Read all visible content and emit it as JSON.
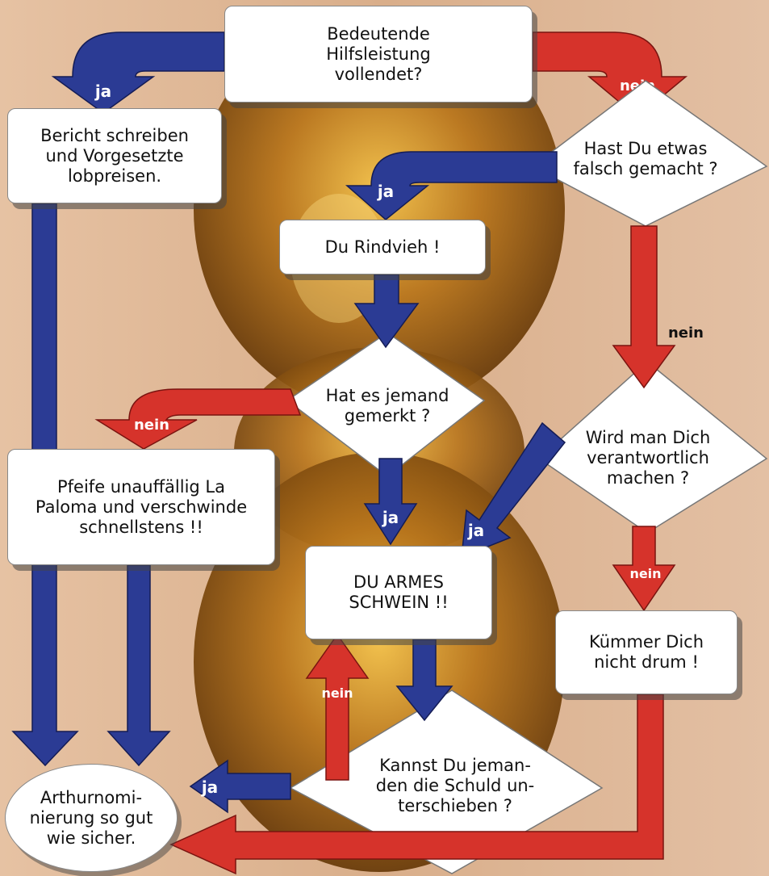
{
  "colors": {
    "blue": "#2b3b94",
    "red": "#d6332b",
    "blue_edge": "#141c55",
    "red_edge": "#7a1410"
  },
  "nodes": {
    "start": "Bedeutende\nHilfsleistung\nvollendet?",
    "report": "Bericht schreiben\nund Vorgesetzte\nlobpreisen.",
    "wrong": "Hast Du etwas\nfalsch gemacht ?",
    "rindvieh": "Du Rindvieh !",
    "noticed": "Hat es jemand\ngemerkt ?",
    "pfeife": "Pfeife unauffällig La\nPaloma und verschwinde\nschnellstens !!",
    "responsible": "Wird man Dich\nverantwortlich\nmachen ?",
    "armes": "DU ARMES\nSCHWEIN !!",
    "kummer": "Kümmer Dich\nnicht drum !",
    "blame": "Kannst Du jeman-\nden die Schuld un-\nterschieben ?",
    "arthur": "Arthurnomi-\nnierung so gut\nwie sicher."
  },
  "labels": {
    "ja": "ja",
    "nein": "nein"
  }
}
